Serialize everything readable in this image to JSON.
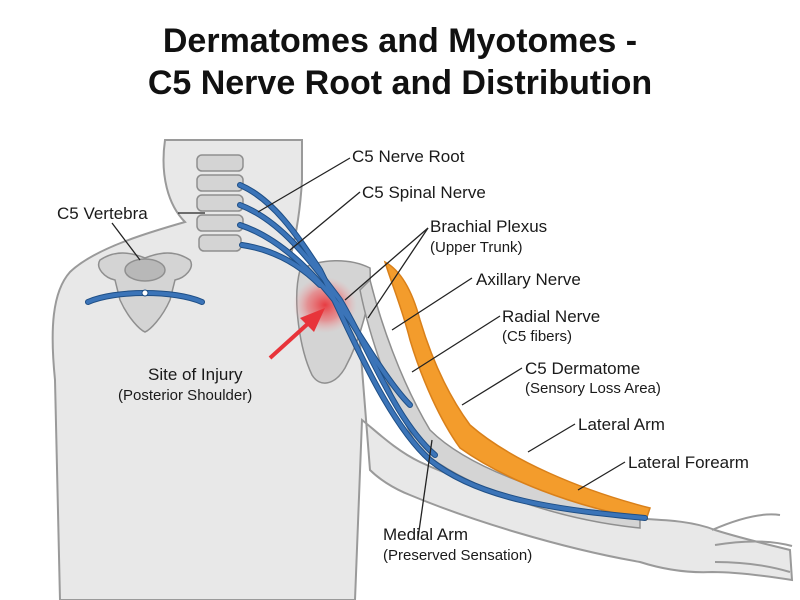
{
  "title": {
    "line1": "Dermatomes and Myotomes -",
    "line2": "C5 Nerve Root and Distribution"
  },
  "labels": {
    "c5_nerve_root": "C5 Nerve Root",
    "c5_spinal_nerve": "C5 Spinal Nerve",
    "c5_vertebra": "C5 Vertebra",
    "brachial_plexus": "Brachial Plexus",
    "brachial_plexus_sub": "(Upper Trunk)",
    "axillary_nerve": "Axillary Nerve",
    "radial_nerve": "Radial Nerve",
    "radial_nerve_sub": "(C5 fibers)",
    "site_of_injury": "Site of Injury",
    "site_of_injury_sub": "(Posterior Shoulder)",
    "c5_dermatome": "C5 Dermatome",
    "c5_dermatome_sub": "(Sensory Loss Area)",
    "lateral_arm": "Lateral Arm",
    "lateral_forearm": "Lateral Forearm",
    "medial_arm": "Medial Arm",
    "medial_arm_sub": "(Preserved Sensation)"
  },
  "colors": {
    "body": "#e8e8e8",
    "body_outline": "#9a9a9a",
    "bone": "#d4d4d4",
    "nerve": "#3b74b8",
    "nerve_outline": "#1f4f86",
    "dermatome": "#f39c2c",
    "injury": "#e8343a",
    "leader": "#222222"
  }
}
